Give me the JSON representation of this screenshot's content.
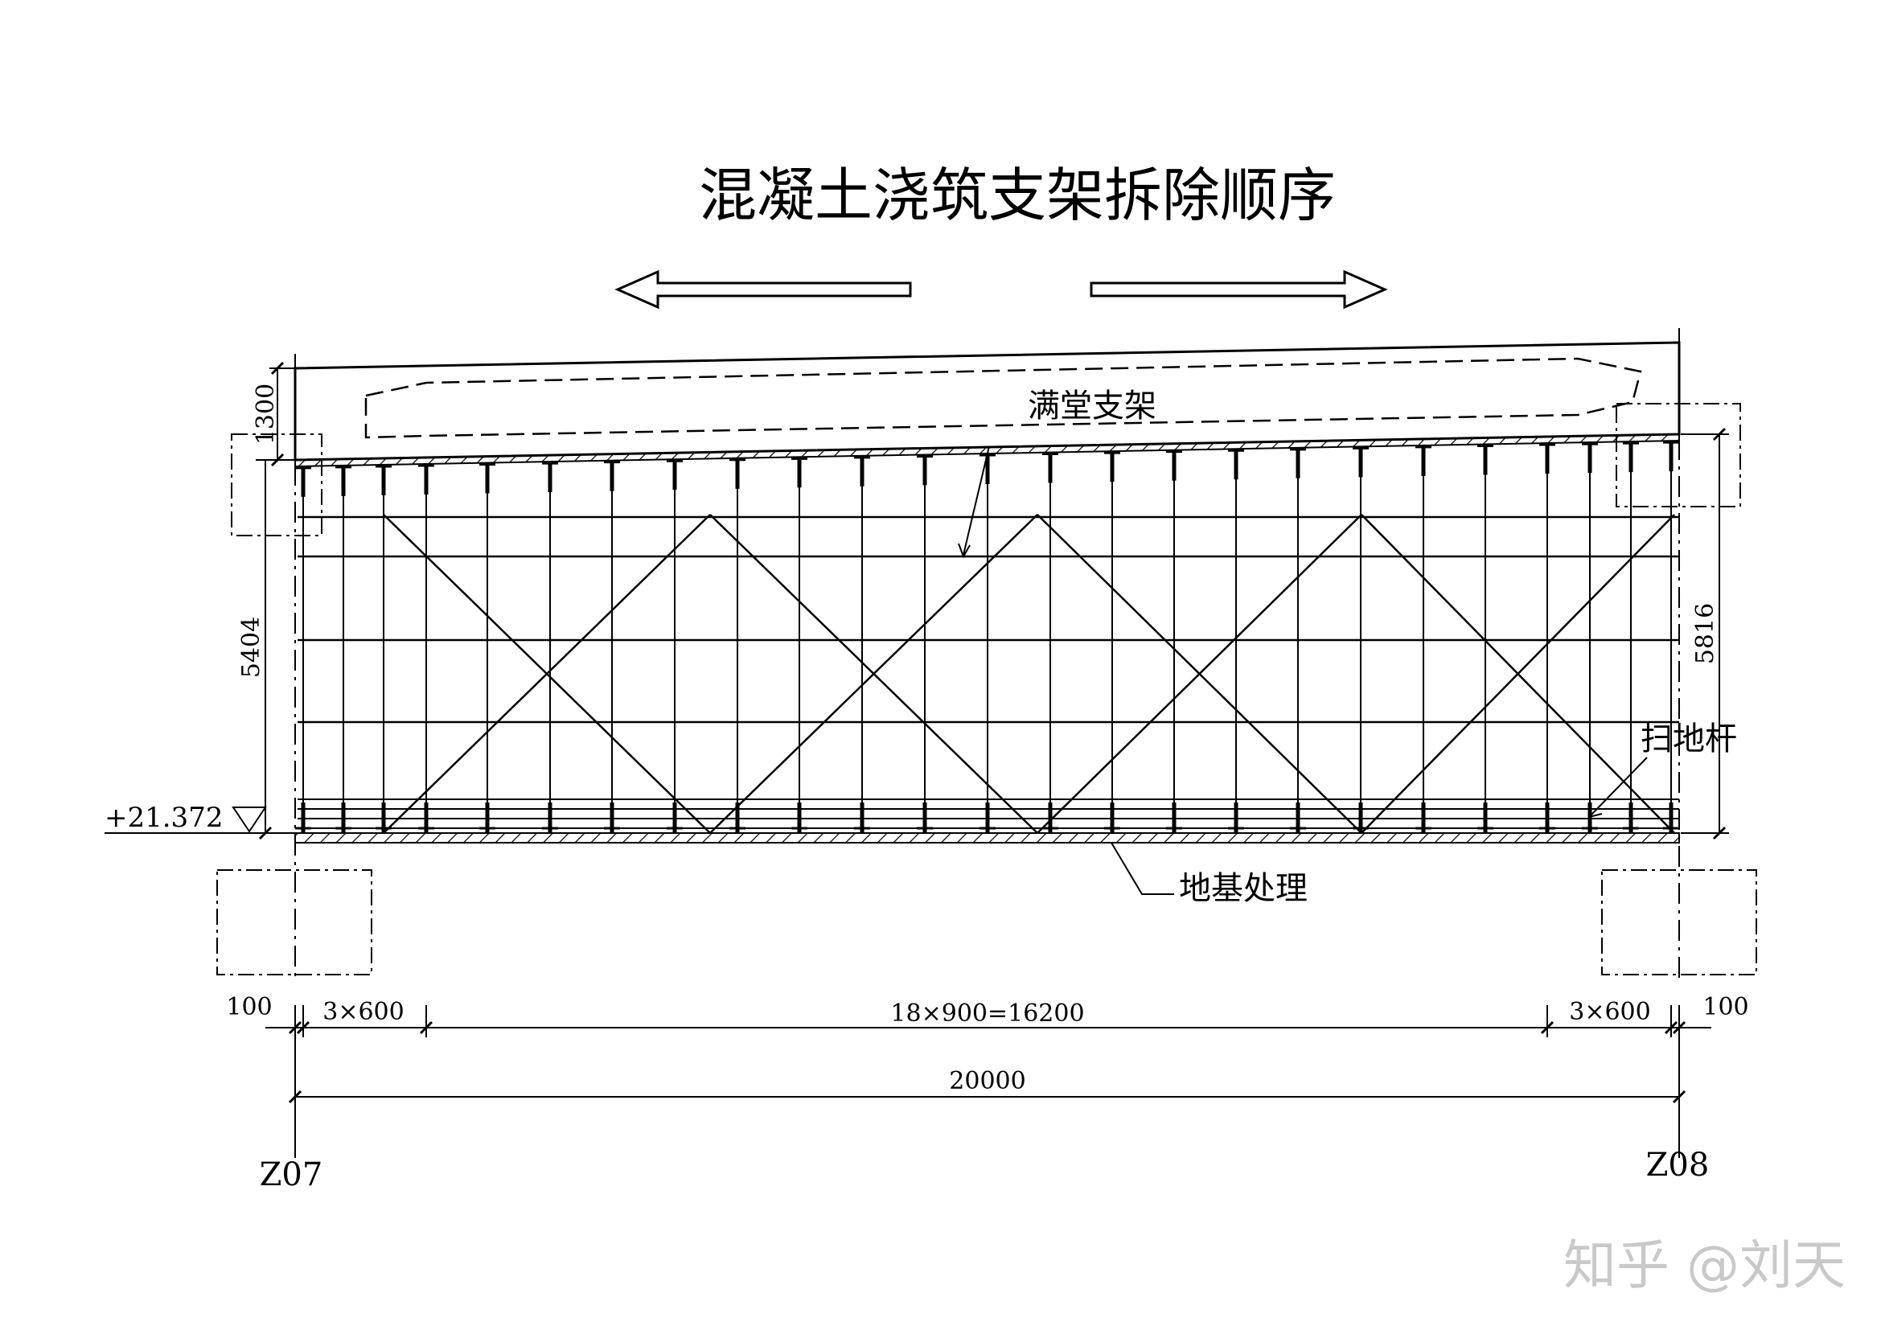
{
  "title": "混凝土浇筑支架拆除顺序",
  "labels": {
    "full_support": "满堂支架",
    "sweep_rod": "扫地杆",
    "foundation": "地基处理"
  },
  "elevation": "+21.372",
  "dimensions": {
    "top_left_height": "1300",
    "left_height": "5404",
    "right_height": "5816",
    "left_offset": "100",
    "left_span": "3×600",
    "middle_span": "18×900=16200",
    "right_span": "3×600",
    "right_offset": "100",
    "total": "20000"
  },
  "piers": {
    "left": "Z07",
    "right": "Z08"
  },
  "watermark": "知乎 @刘天"
}
